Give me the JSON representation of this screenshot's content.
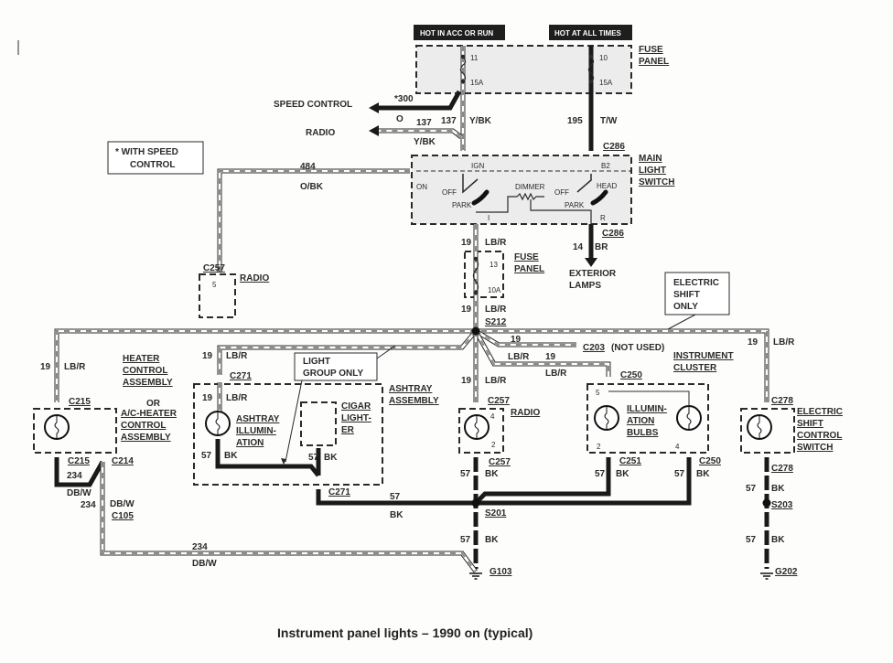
{
  "caption": "Instrument panel lights – 1990 on (typical)",
  "labels": {
    "hot_acc_run": "HOT IN ACC OR RUN",
    "hot_all_times": "HOT AT ALL TIMES",
    "fuse_panel_top_1": "FUSE",
    "fuse_panel_top_2": "PANEL",
    "fuse_11": "11",
    "fuse_11_amp": "15A",
    "fuse_10": "10",
    "fuse_10_amp": "15A",
    "speed_control": "SPEED CONTROL",
    "wire_300": "*300",
    "wire_300_color": "O",
    "radio_top": "RADIO",
    "wire_137a": "137",
    "wire_137b": "137",
    "wire_137_color_a": "Y/BK",
    "wire_137_color_b": "Y/BK",
    "wire_195": "195",
    "wire_195_color": "T/W",
    "c286_top": "C286",
    "main_light_1": "MAIN",
    "main_light_2": "LIGHT",
    "main_light_3": "SWITCH",
    "sw_ign": "IGN",
    "sw_b2": "B2",
    "sw_on": "ON",
    "sw_off_l": "OFF",
    "sw_park_l": "PARK",
    "sw_dimmer": "DIMMER",
    "sw_off_r": "OFF",
    "sw_head": "HEAD",
    "sw_park_r": "PARK",
    "sw_i": "I",
    "sw_r": "R",
    "wire_484": "484",
    "wire_484_color": "O/BK",
    "speed_note_1": "* WITH SPEED",
    "speed_note_2": "CONTROL",
    "c257_upper": "C257",
    "radio_pin5": "5",
    "radio_upper_label": "RADIO",
    "wire_19_a": "19",
    "wire_19_a_color": "LB/R",
    "c286_bottom": "C286",
    "wire_14": "14",
    "wire_14_color": "BR",
    "exterior_1": "EXTERIOR",
    "exterior_2": "LAMPS",
    "fuse_13": "13",
    "fuse_13_amp": "10A",
    "fuse_panel_mid_1": "FUSE",
    "fuse_panel_mid_2": "PANEL",
    "wire_19_b": "19",
    "wire_19_b_color": "LB/R",
    "s212": "S212",
    "elec_shift_note_1": "ELECTRIC",
    "elec_shift_note_2": "SHIFT",
    "elec_shift_note_3": "ONLY",
    "wire_19_right": "19",
    "wire_19_right_color": "LB/R",
    "wire_19_c203": "19",
    "c203": "C203",
    "not_used": "(NOT USED)",
    "wire_19_ic_color_a": "LB/R",
    "wire_19_ic": "19",
    "wire_19_ic_color_b": "LB/R",
    "instrument_1": "INSTRUMENT",
    "instrument_2": "CLUSTER",
    "c250_top": "C250",
    "ic_pin5": "5",
    "illum_1": "ILLUMIN-",
    "illum_2": "ATION",
    "illum_3": "BULBS",
    "ic_pin2": "2",
    "ic_pin4": "4",
    "c251": "C251",
    "c250_bottom": "C250",
    "w57_c251": "57",
    "bk_c251": "BK",
    "w57_c250": "57",
    "bk_c250": "BK",
    "wire_19_radio": "19",
    "wire_19_radio_color": "LB/R",
    "c257_radio_top": "C257",
    "radio_label": "RADIO",
    "radio_pin4": "4",
    "radio_pin2": "2",
    "c257_radio_bottom": "C257",
    "w57_radio": "57",
    "bk_radio": "BK",
    "s201": "S201",
    "w57_g103": "57",
    "bk_g103": "BK",
    "g103": "G103",
    "c271_bottom": "C271",
    "w57_c271": "57",
    "bk_c271": "BK",
    "ashtray_assy_1": "ASHTRAY",
    "ashtray_assy_2": "ASSEMBLY",
    "wire_19_ash_top": "19",
    "wire_19_ash_top_color": "LB/R",
    "c271_top": "C271",
    "wire_19_ash_in": "19",
    "wire_19_ash_in_color": "LB/R",
    "ash_illum_1": "ASHTRAY",
    "ash_illum_2": "ILLUMIN-",
    "ash_illum_3": "ATION",
    "w57_ash": "57",
    "bk_ash": "BK",
    "cigar_1": "CIGAR",
    "cigar_2": "LIGHT-",
    "cigar_3": "ER",
    "w57_cigar": "57",
    "bk_cigar": "BK",
    "light_group_1": "LIGHT",
    "light_group_2": "GROUP ONLY",
    "wire_19_heater": "19",
    "wire_19_heater_color": "LB/R",
    "heater_1": "HEATER",
    "heater_2": "CONTROL",
    "heater_3": "ASSEMBLY",
    "c215_top": "C215",
    "heater_or": "OR",
    "ac_heater_1": "A/C-HEATER",
    "ac_heater_2": "CONTROL",
    "ac_heater_3": "ASSEMBLY",
    "c215_bottom": "C215",
    "c214": "C214",
    "wire_234_a": "234",
    "wire_234_a_color": "DB/W",
    "wire_234_b": "234",
    "wire_234_b_color": "DB/W",
    "c105": "C105",
    "wire_234_c": "234",
    "wire_234_c_color": "DB/W",
    "c278_top": "C278",
    "eshift_1": "ELECTRIC",
    "eshift_2": "SHIFT",
    "eshift_3": "CONTROL",
    "eshift_4": "SWITCH",
    "c278_bottom": "C278",
    "w57_eshift": "57",
    "bk_eshift": "BK",
    "s203": "S203",
    "w57_g202": "57",
    "bk_g202": "BK",
    "g202": "G202"
  },
  "colors": {
    "ink": "#2a2a2a",
    "component_fill": "#ececec",
    "wire_stripe": "#8a8a8a"
  }
}
